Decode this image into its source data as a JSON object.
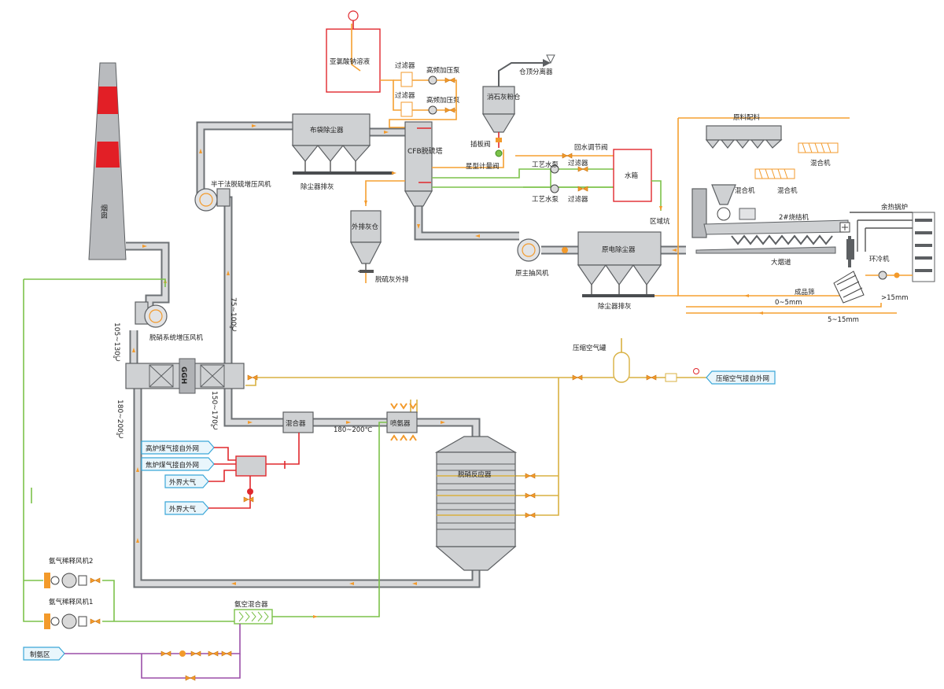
{
  "labels": {
    "chimney": "烟囱",
    "nitrite_solution": "亚氯酸钠溶液",
    "filter_a": "过滤器",
    "filter_b": "过滤器",
    "hf_pump_a": "高频加压泵",
    "hf_pump_b": "高频加压泵",
    "top_separator": "仓顶分离器",
    "lime_silo": "消石灰粉仓",
    "bag_filter": "布袋除尘器",
    "cfb_tower": "CFB脱硫塔",
    "plug_valve": "插板阀",
    "star_valve": "星型计量阀",
    "bag_dust_out": "除尘器排灰",
    "semi_dry_fan": "半干法脱硫增压风机",
    "ash_silo": "外排灰仓",
    "desulf_ash_out": "脱硫灰外排",
    "return_valve": "回水调节阀",
    "filter_c": "过滤器",
    "filter_d": "过滤器",
    "process_pump_a": "工艺水泵",
    "process_pump_b": "工艺水泵",
    "water_tank": "水箱",
    "zone_pit": "区域坑",
    "raw_mix": "原料配料",
    "mixer_a": "混合机",
    "mixer_b": "混合机",
    "mixer_c": "混合机",
    "waste_boiler": "余热锅炉",
    "sinter_machine": "2#烧结机",
    "main_flue": "大烟道",
    "ring_cooler": "环冷机",
    "product_screen": "成品筛",
    "size_a": ">15mm",
    "size_b": "0~5mm",
    "size_c": "5~15mm",
    "main_fan": "原主抽风机",
    "esp": "原电除尘器",
    "esp_dust_out": "除尘器排灰",
    "denox_fan": "脱硝系统增压风机",
    "temp_a": "105~130℃",
    "temp_b": "75~100℃",
    "temp_c": "150~170℃",
    "temp_d": "180~200℃",
    "temp_e": "180~200℃",
    "ggh": "GGH",
    "air_tank": "压缩空气罐",
    "air_in": "压缩空气接自外网",
    "mixer_main": "混合器",
    "ammonia_injector": "喷氨器",
    "bf_gas": "高炉煤气接自外网",
    "coke_gas": "焦炉煤气接自外网",
    "atm_a": "外界大气",
    "atm_b": "外界大气",
    "scr_reactor": "脱硝反应器",
    "nh3_fan_2": "氨气稀释风机2",
    "nh3_fan_1": "氨气稀释风机1",
    "nh3_air_mixer": "氨空混合器",
    "ammonia_zone": "制氨区"
  },
  "colors": {
    "flue_duct": "#6d7175",
    "orange_line": "#f5a030",
    "green_line": "#7cc24a",
    "red_line": "#e0282d",
    "purple_line": "#9b4fa8",
    "chimney_red": "#e21f26"
  }
}
